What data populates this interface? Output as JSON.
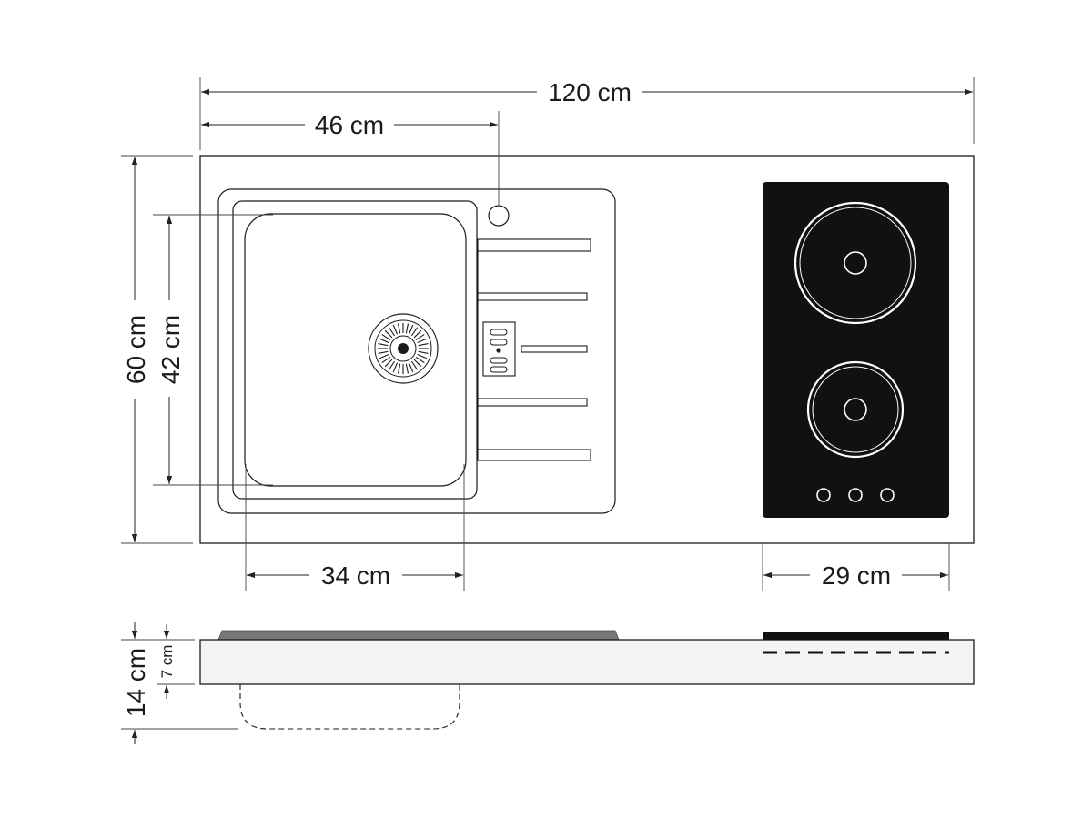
{
  "dimensions": {
    "total_width": "120 cm",
    "sink_offset": "46 cm",
    "total_depth": "60 cm",
    "bowl_depth": "42 cm",
    "bowl_width": "34 cm",
    "hob_width": "29 cm",
    "total_height": "14 cm",
    "counter_height": "7 cm"
  },
  "hob": {
    "burner_count": 2,
    "knob_count": 3
  }
}
